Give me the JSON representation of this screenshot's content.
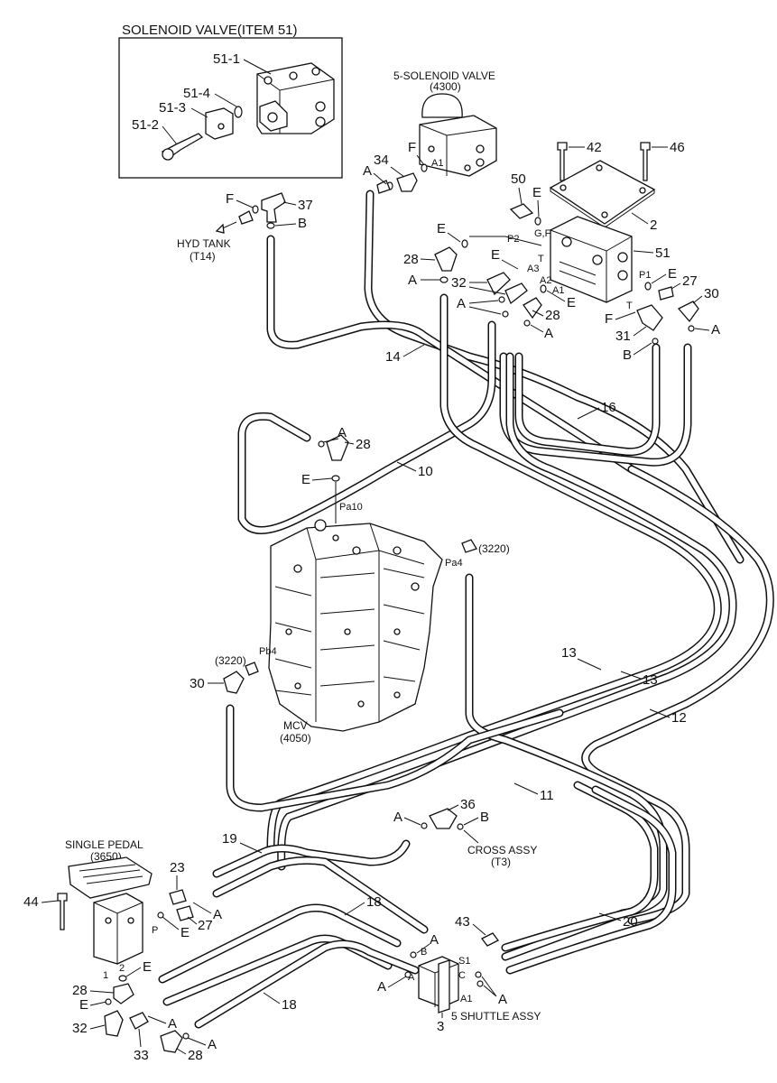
{
  "inset": {
    "title": "SOLENOID VALVE(ITEM 51)",
    "callouts": [
      "51-1",
      "51-4",
      "51-3",
      "51-2"
    ]
  },
  "components": {
    "solenoid5": {
      "name": "5-SOLENOID VALVE",
      "ref": "(4300)"
    },
    "hyd_tank": {
      "name": "HYD TANK",
      "ref": "(T14)"
    },
    "mcv": {
      "name": "MCV",
      "ref": "(4050)"
    },
    "single_pedal": {
      "name": "SINGLE PEDAL",
      "ref": "(3650)"
    },
    "cross_assy": {
      "name": "CROSS ASSY",
      "ref": "(T3)"
    },
    "shuttle": {
      "name": "5 SHUTTLE ASSY"
    },
    "ref_3220_a": "(3220)",
    "ref_3220_b": "(3220)"
  },
  "callouts": {
    "c34": "34",
    "cF1": "F",
    "cA1": "A",
    "cA1port": "A1",
    "c42": "42",
    "c46": "46",
    "c50": "50",
    "cE50": "E",
    "cGF": "G,F",
    "c2": "2",
    "cF37": "F",
    "c37": "37",
    "cB37": "B",
    "cE_p2": "E",
    "cP2": "P2",
    "cE_a3": "E",
    "cA3": "A3",
    "cT": "T",
    "c51": "51",
    "c28a": "28",
    "cA_28a": "A",
    "c32a": "32",
    "cA2": "A2",
    "cA1b": "A1",
    "cE_a1": "E",
    "cP1": "P1",
    "cE_p1": "E",
    "c27a": "27",
    "c30a": "30",
    "cA_pair": "A",
    "c28b": "28",
    "cA_28b": "A",
    "cT2": "T",
    "cF_31": "F",
    "c31": "31",
    "cA_30": "A",
    "cB_31": "B",
    "c14": "14",
    "c16": "16",
    "c10": "10",
    "cA_28c": "A",
    "c28c": "28",
    "cE_pa10": "E",
    "cPa10": "Pa10",
    "cPa4": "Pa4",
    "cPb4": "Pb4",
    "c30b": "30",
    "c13a": "13",
    "c13b": "13",
    "c12": "12",
    "c11": "11",
    "cA_36": "A",
    "c36": "36",
    "cB_36": "B",
    "c19": "19",
    "c23": "23",
    "c27b": "27",
    "cA_27b": "A",
    "cE_27b": "E",
    "c44": "44",
    "cP": "P",
    "c18a": "18",
    "c43": "43",
    "cA_b": "A",
    "cB_port": "B",
    "cS1": "S1",
    "cC": "C",
    "cA_shuttle": "A",
    "cA_a": "A",
    "cA_port": "A",
    "cA1_shuttle": "A1",
    "c3": "3",
    "c20": "20",
    "c1": "1",
    "c2p": "2",
    "cE_ped": "E",
    "c28d": "28",
    "cE_28d": "E",
    "c32b": "32",
    "c33": "33",
    "cA_33": "A",
    "c28e": "28",
    "cA_28e": "A",
    "c18b": "18"
  }
}
